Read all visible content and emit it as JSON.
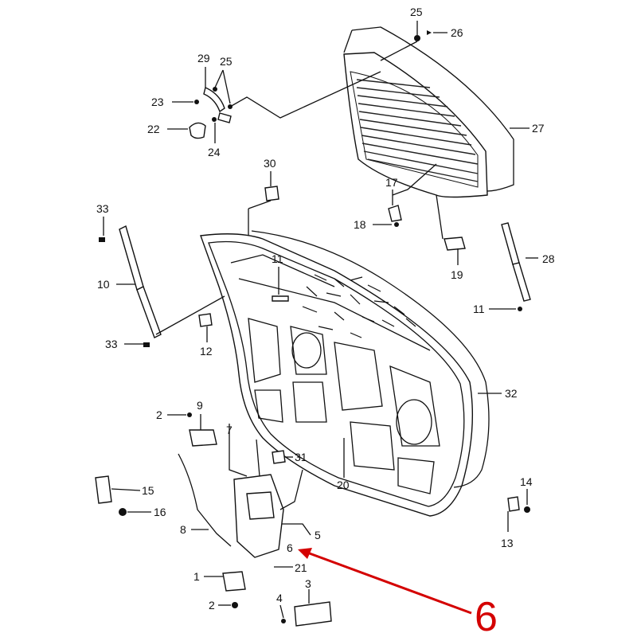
{
  "diagram": {
    "labels": [
      {
        "id": "p25a",
        "text": "25"
      },
      {
        "id": "p26",
        "text": "26"
      },
      {
        "id": "p29",
        "text": "29"
      },
      {
        "id": "p25b",
        "text": "25"
      },
      {
        "id": "p23",
        "text": "23"
      },
      {
        "id": "p22",
        "text": "22"
      },
      {
        "id": "p24",
        "text": "24"
      },
      {
        "id": "p27",
        "text": "27"
      },
      {
        "id": "p30",
        "text": "30"
      },
      {
        "id": "p17",
        "text": "17"
      },
      {
        "id": "p18",
        "text": "18"
      },
      {
        "id": "p33a",
        "text": "33"
      },
      {
        "id": "p10",
        "text": "10"
      },
      {
        "id": "p33b",
        "text": "33"
      },
      {
        "id": "p12",
        "text": "12"
      },
      {
        "id": "p11a",
        "text": "11"
      },
      {
        "id": "p19",
        "text": "19"
      },
      {
        "id": "p28",
        "text": "28"
      },
      {
        "id": "p11b",
        "text": "11"
      },
      {
        "id": "p32",
        "text": "32"
      },
      {
        "id": "p2a",
        "text": "2"
      },
      {
        "id": "p9",
        "text": "9"
      },
      {
        "id": "p7",
        "text": "7"
      },
      {
        "id": "p31",
        "text": "31"
      },
      {
        "id": "p20",
        "text": "20"
      },
      {
        "id": "p15",
        "text": "15"
      },
      {
        "id": "p16",
        "text": "16"
      },
      {
        "id": "p14",
        "text": "14"
      },
      {
        "id": "p13",
        "text": "13"
      },
      {
        "id": "p8",
        "text": "8"
      },
      {
        "id": "p5",
        "text": "5"
      },
      {
        "id": "p6",
        "text": "6"
      },
      {
        "id": "p21",
        "text": "21"
      },
      {
        "id": "p1",
        "text": "1"
      },
      {
        "id": "p2b",
        "text": "2"
      },
      {
        "id": "p4",
        "text": "4"
      },
      {
        "id": "p3",
        "text": "3"
      }
    ],
    "callout": {
      "text": "6",
      "color": "#d40000"
    }
  }
}
